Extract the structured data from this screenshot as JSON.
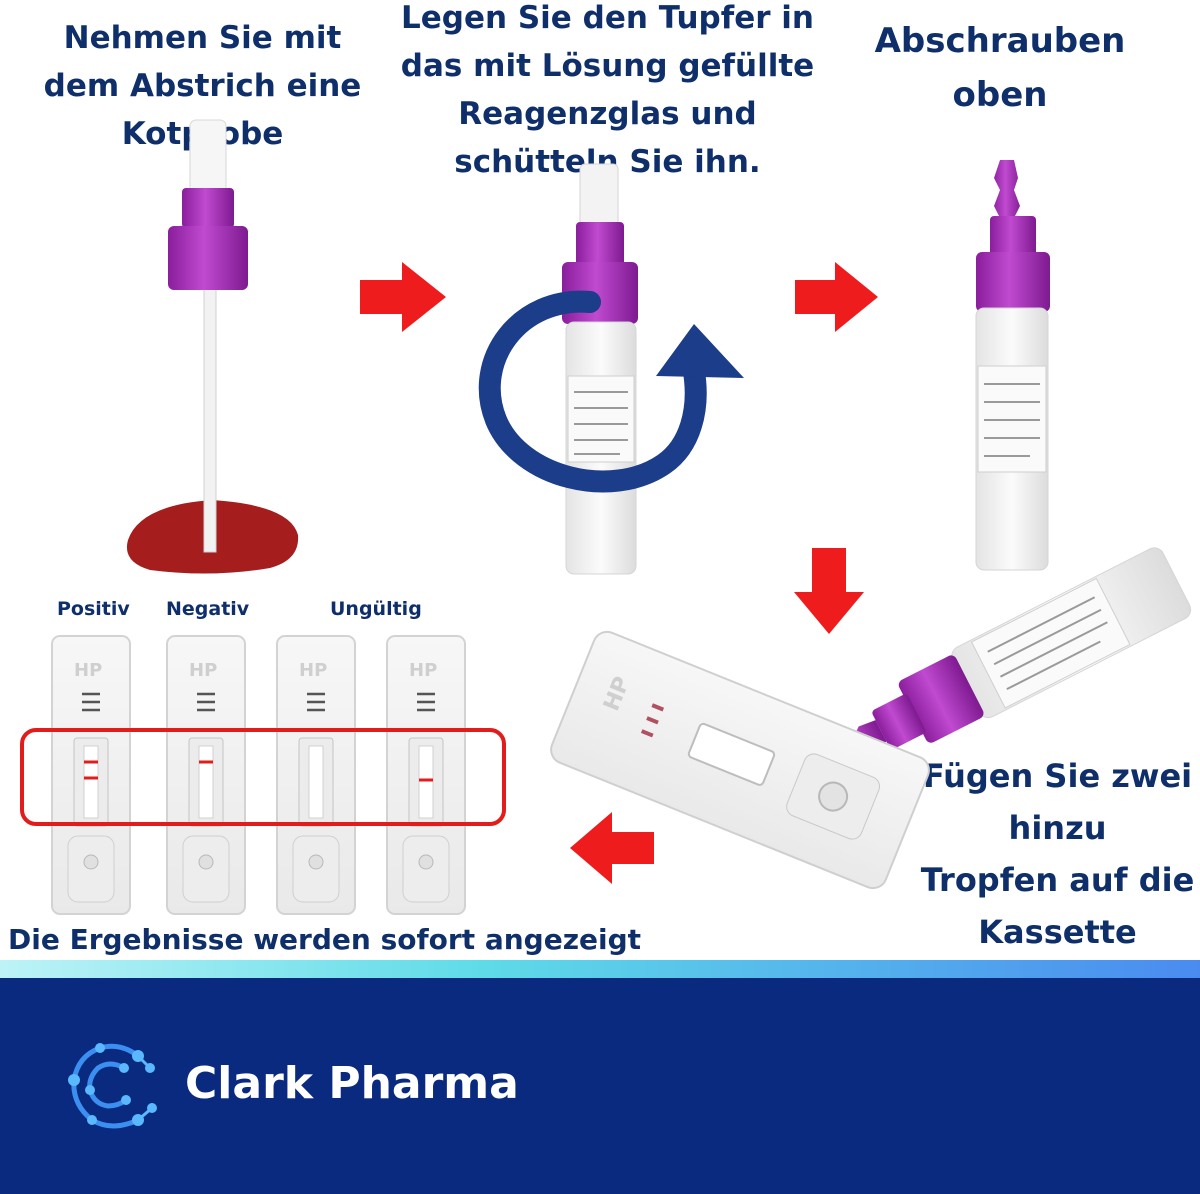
{
  "steps": {
    "step1": "Nehmen Sie mit\ndem Abstrich eine\nKotprobe",
    "step2": "Legen Sie den Tupfer in\ndas mit Lösung gefüllte\nReagenzglas und\nschütteln Sie ihn.",
    "step3": "Abschrauben\noben",
    "step4": "Fügen Sie zwei\nhinzu\nTropfen auf die\nKassette"
  },
  "results": {
    "text": "Die Ergebnisse werden sofort angezeigt",
    "labels": {
      "positive": "Positiv",
      "negative": "Negativ",
      "invalid": "Ungültig"
    },
    "cassette_marking": "HP"
  },
  "footer": {
    "brand": "Clark Pharma"
  },
  "colors": {
    "text": "#0f2f6b",
    "arrow": "#ee1c1c",
    "purple": "#a12ab3",
    "footer": "#0a2a80",
    "sample": "#a51d1d",
    "rotation": "#1b3d8a"
  },
  "icons": {
    "arrow": "red-arrow-icon",
    "rotation": "rotation-arrow-icon",
    "logo": "molecule-c-logo-icon"
  }
}
